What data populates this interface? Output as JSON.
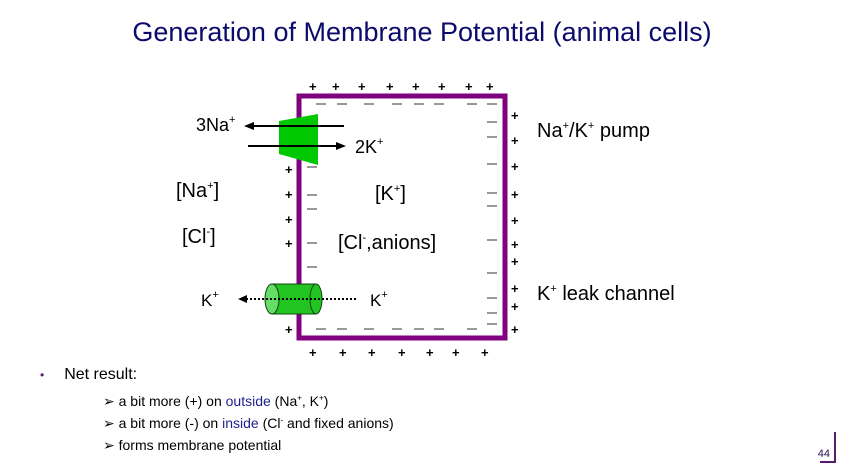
{
  "slide": {
    "title": "Generation of Membrane Potential (animal cells)",
    "page_number": "44"
  },
  "diagram": {
    "membrane_color": "#800080",
    "pump_color": "#00c800",
    "channel_color": "#22c422",
    "labels": {
      "na_out": "3Na",
      "k_in_pump": "2K",
      "na_conc": "[Na",
      "cl_conc": "[Cl",
      "k_conc": "[K",
      "cl_anions": "[Cl",
      "cl_anions_tail": ",anions]",
      "k_leak_left": "K",
      "k_leak_right": "K",
      "pump_label": "Na",
      "pump_label_tail": "/K",
      "pump_label_end": " pump",
      "leak_label": "K",
      "leak_label_tail": " leak channel",
      "plus": "+",
      "minus": "-",
      "close_bracket": "]"
    }
  },
  "bullets": {
    "main": "Net result:",
    "items": [
      {
        "pre": "a bit more (+) on ",
        "hl": "outside",
        "post": " (Na",
        "post2": ", K",
        "post3": ")"
      },
      {
        "pre": "a bit more (-) on ",
        "hl": "inside",
        "post": " (Cl",
        "post2": " and fixed anions)"
      },
      {
        "pre": "forms membrane potential"
      }
    ]
  }
}
